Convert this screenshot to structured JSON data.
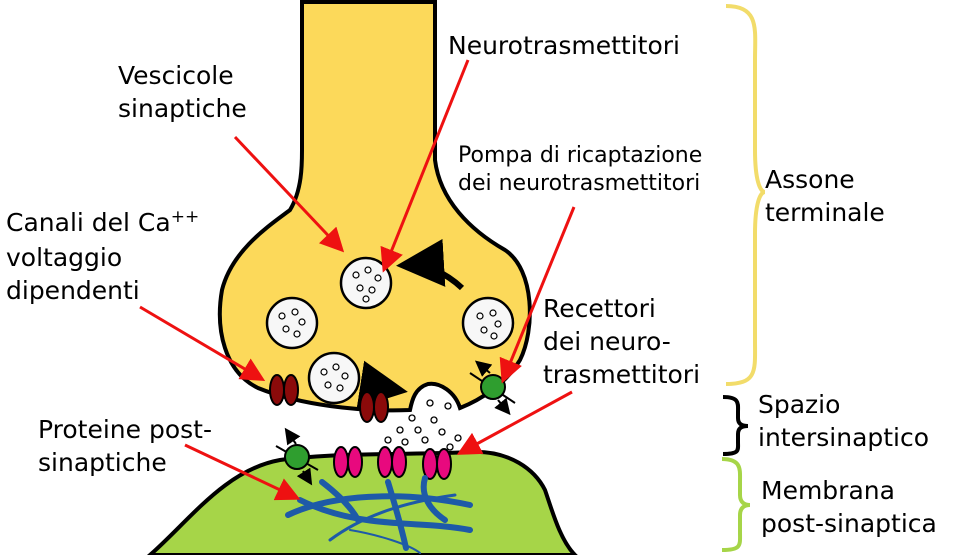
{
  "labels": {
    "vescicole_l1": "Vescicole",
    "vescicole_l2": "sinaptiche",
    "neurotrasmettitori": "Neurotrasmettitori",
    "pompa_l1": "Pompa di ricaptazione",
    "pompa_l2": "dei neurotrasmettitori",
    "canali_l1": "Canali del Ca",
    "canali_sup": "++",
    "canali_l2": "voltaggio",
    "canali_l3": "dipendenti",
    "recettori_l1": "Recettori",
    "recettori_l2": "dei neuro-",
    "recettori_l3": "trasmettitori",
    "proteine_l1": "Proteine post-",
    "proteine_l2": "sinaptiche",
    "assone_l1": "Assone",
    "assone_l2": "terminale",
    "spazio_l1": "Spazio",
    "spazio_l2": "intersinaptico",
    "membrana_l1": "Membrana",
    "membrana_l2": "post-sinaptica"
  },
  "colors": {
    "axon_fill": "#fcd95a",
    "postsynaptic_fill": "#a6d548",
    "arrow_red": "#ee1111",
    "channel": "#8b0a0a",
    "receptor": "#e8097e",
    "pump": "#2f9e2f",
    "protein": "#1e5aa8",
    "brace_axon": "#f2dc6a",
    "brace_space": "#000000",
    "brace_membrane": "#a6d548"
  }
}
